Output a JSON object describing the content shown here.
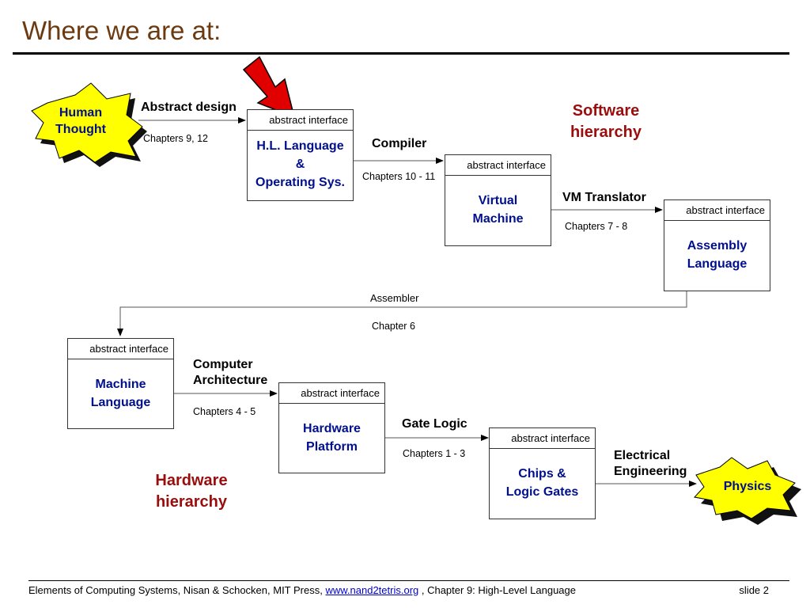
{
  "title": "Where we are at:",
  "human_thought": "Human\nThought",
  "physics": "Physics",
  "abstract_interface_label": "abstract interface",
  "boxes": {
    "hl": "H.L. Language\n&\nOperating Sys.",
    "vm": "Virtual\nMachine",
    "asm": "Assembly\nLanguage",
    "ml": "Machine\nLanguage",
    "hw": "Hardware\nPlatform",
    "chips": "Chips &\nLogic Gates"
  },
  "labels": {
    "abstract_design": "Abstract design",
    "chapters_9_12": "Chapters 9, 12",
    "compiler": "Compiler",
    "chapters_10_11": "Chapters 10 - 11",
    "vm_translator": "VM Translator",
    "chapters_7_8": "Chapters 7 - 8",
    "assembler": "Assembler",
    "chapter_6": "Chapter 6",
    "computer_architecture": "Computer\nArchitecture",
    "chapters_4_5": "Chapters  4 - 5",
    "gate_logic": "Gate Logic",
    "chapters_1_3": "Chapters  1 - 3",
    "electrical_engineering": "Electrical\nEngineering"
  },
  "software_hierarchy": "Software\nhierarchy",
  "hardware_hierarchy": "Hardware\nhierarchy",
  "footer": {
    "text_before": "Elements of Computing Systems, Nisan & Schocken, MIT Press,  ",
    "link": "www.nand2tetris.org",
    "text_after": " , Chapter 9: High-Level Language",
    "slide": "slide 2"
  },
  "colors": {
    "title": "#6b3a10",
    "box_text": "#000f8c",
    "hierarchy": "#9b0d0d",
    "burst": "#ffff00",
    "pointer_arrow": "#e00000"
  }
}
